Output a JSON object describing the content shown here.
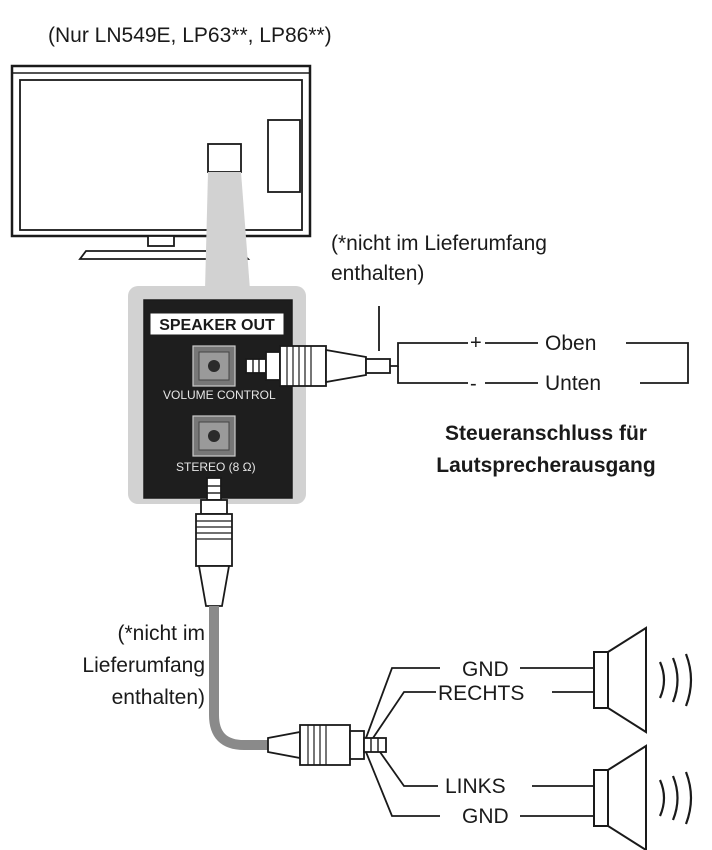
{
  "header": {
    "model_note": "(Nur LN549E, LP63**, LP86**)"
  },
  "panel": {
    "title": "SPEAKER OUT",
    "jack1_label": "VOLUME CONTROL",
    "jack2_label": "STEREO (8 Ω)"
  },
  "control_cable": {
    "note_line1": "(*nicht im Lieferumfang",
    "note_line2": "enthalten)",
    "plus_sign": "+",
    "minus_sign": "-",
    "top_label": "Oben",
    "bottom_label": "Unten"
  },
  "caption": {
    "line1": "Steueranschluss für",
    "line2": "Lautsprecherausgang"
  },
  "stereo_cable": {
    "note_line1": "(*nicht im",
    "note_line2": "Lieferumfang",
    "note_line3": "enthalten)"
  },
  "speaker_wires": {
    "gnd_top": "GND",
    "right": "RECHTS",
    "left": "LINKS",
    "gnd_bottom": "GND"
  },
  "colors": {
    "line": "#1a1a1a",
    "panel_bg": "#d2d2d2",
    "panel_dark": "#1e1e1e",
    "cable_gray": "#8a8a8a"
  }
}
